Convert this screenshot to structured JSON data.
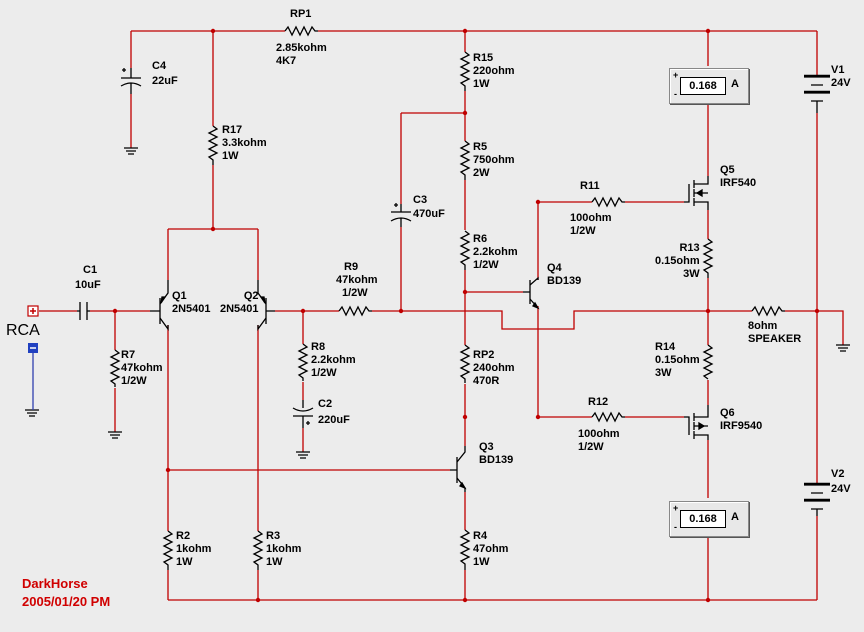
{
  "components": {
    "RP1": {
      "ref": "RP1",
      "value": "2.85kohm",
      "extra": "4K7"
    },
    "C4": {
      "ref": "C4",
      "value": "22uF"
    },
    "R17": {
      "ref": "R17",
      "value": "3.3kohm",
      "power": "1W"
    },
    "R15": {
      "ref": "R15",
      "value": "220ohm",
      "power": "1W"
    },
    "R5": {
      "ref": "R5",
      "value": "750ohm",
      "power": "2W"
    },
    "C3": {
      "ref": "C3",
      "value": "470uF"
    },
    "R11": {
      "ref": "R11",
      "value": "100ohm",
      "power": "1/2W"
    },
    "Q5": {
      "ref": "Q5",
      "part": "IRF540"
    },
    "R6": {
      "ref": "R6",
      "value": "2.2kohm",
      "power": "1/2W"
    },
    "Q4": {
      "ref": "Q4",
      "part": "BD139"
    },
    "R13": {
      "ref": "R13",
      "value": "0.15ohm",
      "power": "3W"
    },
    "V1": {
      "ref": "V1",
      "value": "24V"
    },
    "V2": {
      "ref": "V2",
      "value": "24V"
    },
    "C1": {
      "ref": "C1",
      "value": "10uF"
    },
    "Q1": {
      "ref": "Q1",
      "part": "2N5401"
    },
    "Q2": {
      "ref": "Q2",
      "part": "2N5401"
    },
    "R9": {
      "ref": "R9",
      "value": "47kohm",
      "power": "1/2W"
    },
    "SPK": {
      "value": "8ohm",
      "name": "SPEAKER"
    },
    "R7": {
      "ref": "R7",
      "value": "47kohm",
      "power": "1/2W"
    },
    "R8": {
      "ref": "R8",
      "value": "2.2kohm",
      "power": "1/2W"
    },
    "RP2": {
      "ref": "RP2",
      "value": "240ohm",
      "extra": "470R"
    },
    "R14": {
      "ref": "R14",
      "value": "0.15ohm",
      "power": "3W"
    },
    "C2": {
      "ref": "C2",
      "value": "220uF"
    },
    "R12": {
      "ref": "R12",
      "value": "100ohm",
      "power": "1/2W"
    },
    "Q6": {
      "ref": "Q6",
      "part": "IRF9540"
    },
    "Q3": {
      "ref": "Q3",
      "part": "BD139"
    },
    "R2": {
      "ref": "R2",
      "value": "1kohm",
      "power": "1W"
    },
    "R3": {
      "ref": "R3",
      "value": "1kohm",
      "power": "1W"
    },
    "R4": {
      "ref": "R4",
      "value": "47ohm",
      "power": "1W"
    }
  },
  "meters": {
    "top": {
      "reading": "0.168",
      "unit": "A",
      "plus": "+",
      "minus": "-"
    },
    "bottom": {
      "reading": "0.168",
      "unit": "A",
      "plus": "+",
      "minus": "-"
    }
  },
  "input": {
    "label": "RCA"
  },
  "signature": {
    "author": "DarkHorse",
    "date": "2005/01/20 PM"
  },
  "colors": {
    "wire": "#c00000",
    "background": "#ececec",
    "signature": "#d00000"
  }
}
